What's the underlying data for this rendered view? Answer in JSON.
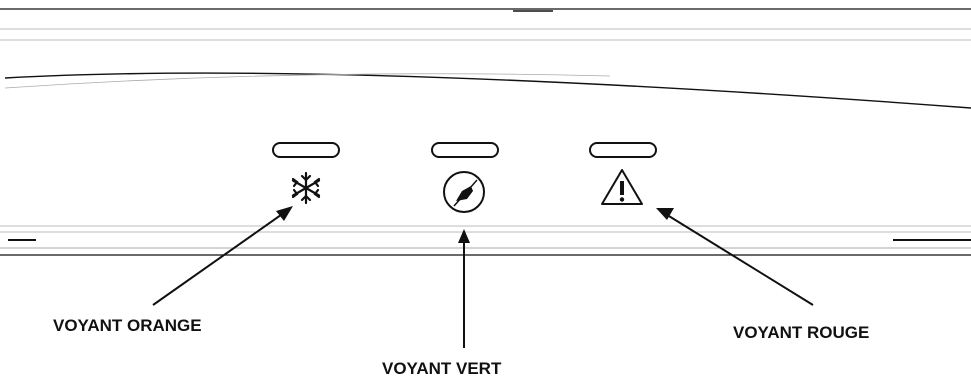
{
  "labels": {
    "orange": "VOYANT ORANGE",
    "green": "VOYANT VERT",
    "red": "VOYANT ROUGE"
  },
  "icons": {
    "orange": "snowflake-icon",
    "green": "plug-in-circle-icon",
    "red": "warning-triangle-icon"
  },
  "colors": {
    "line": "#111111",
    "thin_line": "#9a9a9a",
    "background": "#ffffff"
  }
}
